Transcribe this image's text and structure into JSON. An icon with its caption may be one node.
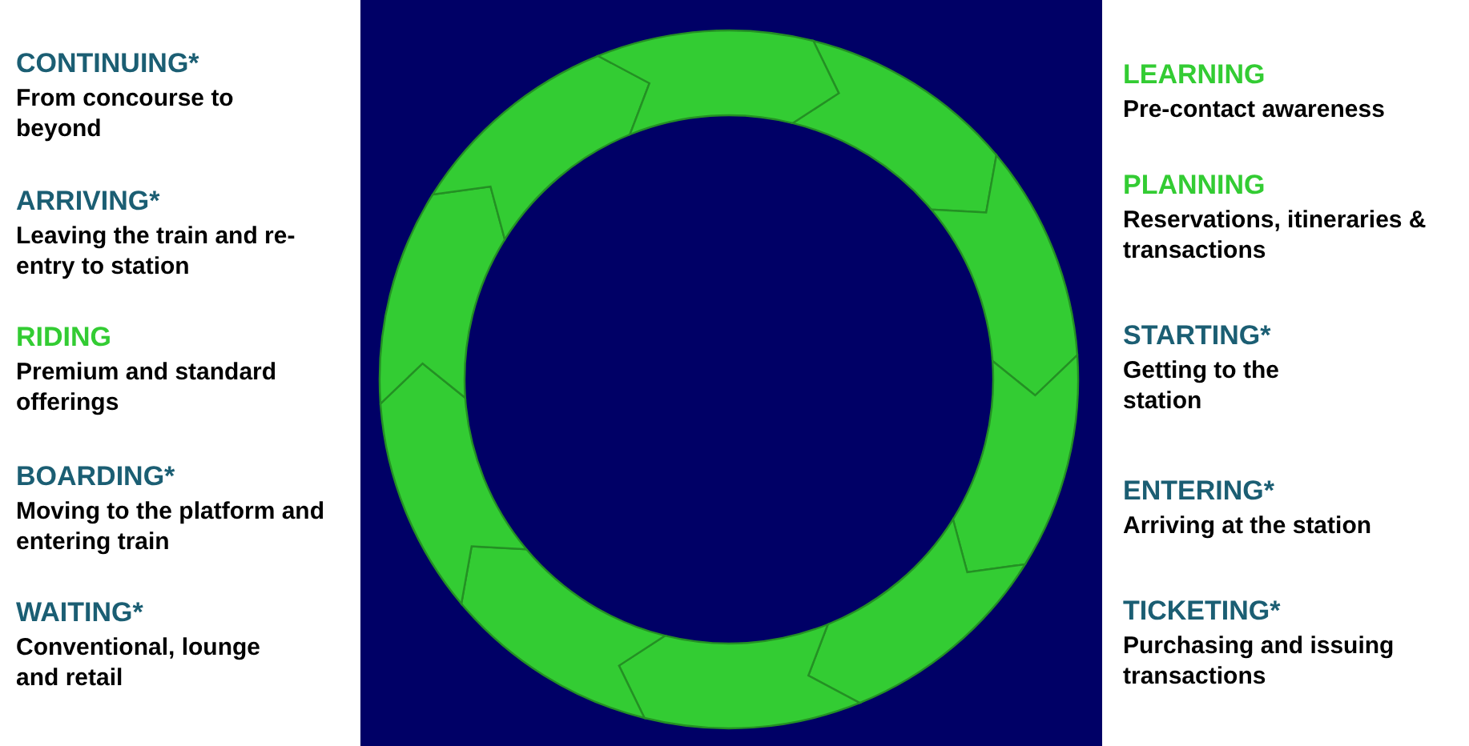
{
  "diagram": {
    "labels": [
      "CONTINUING*",
      "From concourse to beyond",
      "ARRIVING*",
      "Leaving the train and re-entry to station",
      "RIDING",
      "Premium and standard offerings",
      "BOARDING*",
      "Moving to the platform and entering train",
      "WAITING*",
      "Conventional, lounge and retail",
      "LEARNING",
      "Pre-contact awareness",
      "PLANNING",
      "Reservations, itineraries & transactions",
      "STARTING*",
      "Getting to the station",
      "ENTERING*",
      "Arriving at the station",
      "TICKETING*",
      "Purchasing and issuing transactions"
    ]
  }
}
